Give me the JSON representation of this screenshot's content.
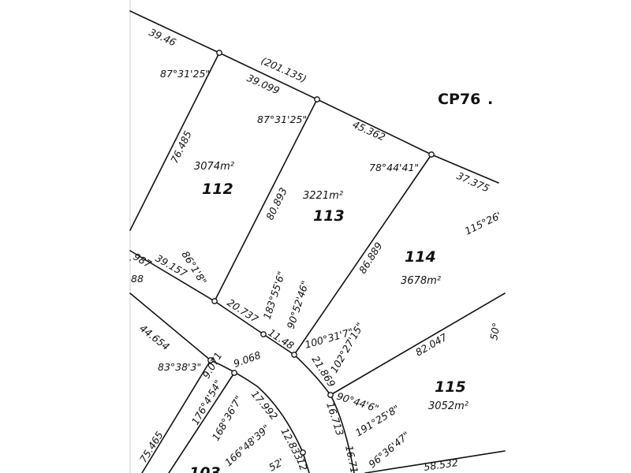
{
  "plan": {
    "parcel_label": "CP76",
    "boundary_total": "(201.135)",
    "lots": [
      {
        "number": "112",
        "area": "3074m²"
      },
      {
        "number": "113",
        "area": "3221m²"
      },
      {
        "number": "114",
        "area": "3678m²"
      },
      {
        "number": "115",
        "area": "3052m²"
      },
      {
        "number": "103",
        "area": ""
      }
    ],
    "dimensions": {
      "top_39_46": "39.46",
      "top_39_099": "39.099",
      "top_45_362": "45.362",
      "top_37_375": "37.375",
      "side_76_485": "76.485",
      "side_80_893": "80.893",
      "side_86_889": "86.889",
      "road_39_157": "39.157",
      "road_20_737": "20.737",
      "road_11_48": "11.48",
      "road_21_869": "21.869",
      "road_16_713": "16.713",
      "road_16_71": "16.71",
      "bdy_82_047": "82.047",
      "bdy_44_654": "44.654",
      "bdy_9_068": "9.068",
      "bdy_9_071": "9.071",
      "bdy_17_992": "17.992",
      "bdy_12_833": "12.833",
      "bdy_75_465": "75.465",
      "bdy_58_532": "58.532",
      "edge_987": "987",
      "edge_88": "88",
      "edge_50": "50°"
    },
    "angles": {
      "a_87_31_25_a": "87°31'25\"",
      "a_87_31_25_b": "87°31'25\"",
      "a_78_44_41": "78°44'41\"",
      "a_115_26": "115°26'",
      "a_86_18": "86°1'8\"",
      "a_183_55_6": "183°55'6\"",
      "a_90_52_46": "90°52'46\"",
      "a_100_31_7": "100°31'7\"",
      "a_102_27_15": "102°27'15\"",
      "a_90_44_6": "90°44'6\"",
      "a_191_25_8": "191°25'8\"",
      "a_96_36_47": "96°36'47\"",
      "a_83_38_3": "83°38'3\"",
      "a_176_4_54": "176°4'54\"",
      "a_168_36_7": "168°36'7\"",
      "a_166_48_39": "166°48'39\"",
      "a_52": "52'",
      "a_12": "12"
    }
  }
}
